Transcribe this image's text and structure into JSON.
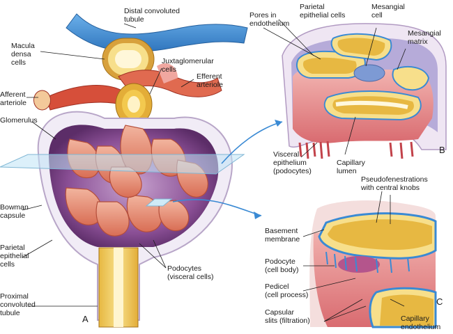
{
  "figure": {
    "panels": {
      "a": "A",
      "b": "B",
      "c": "C"
    },
    "labels": {
      "distal_tubule": "Distal convoluted\ntubule",
      "macula_densa": "Macula\ndensa\ncells",
      "juxtaglomerular": "Juxtaglomerular\ncells",
      "efferent": "Efferent\narteriole",
      "afferent": "Afferent\narteriole",
      "glomerulus": "Glomerulus",
      "bowman": "Bowman\ncapsule",
      "parietal_a": "Parietal\nepithelial\ncells",
      "proximal": "Proximal\nconvoluted\ntubule",
      "podocytes_a": "Podocytes\n(visceral cells)",
      "pores": "Pores in\nendothelium",
      "parietal_b": "Parietal\nepithelial cells",
      "mesangial_cell": "Mesangial\ncell",
      "mesangial_matrix": "Mesangial\nmatrix",
      "visceral": "Visceral\nepithelium\n(podocytes)",
      "capillary_lumen": "Capillary\nlumen",
      "pseudo": "Pseudofenestrations\nwith central knobs",
      "basement": "Basement\nmembrane",
      "podocyte_body": "Podocyte\n(cell body)",
      "pedicel": "Pedicel\n(cell process)",
      "capsular": "Capsular\nslits (filtration)",
      "cap_endo": "Capillary\nendothelium"
    },
    "colors": {
      "tubule_blue": "#3f8fd6",
      "capsule_purple": "#7b3d86",
      "capillary_pink": "#e8876b",
      "tubule_yellow": "#f3d36b",
      "vessel_red": "#d9533f",
      "endothelium_yellow": "#f6e08a",
      "membrane_blue": "#3a8ad4"
    }
  }
}
